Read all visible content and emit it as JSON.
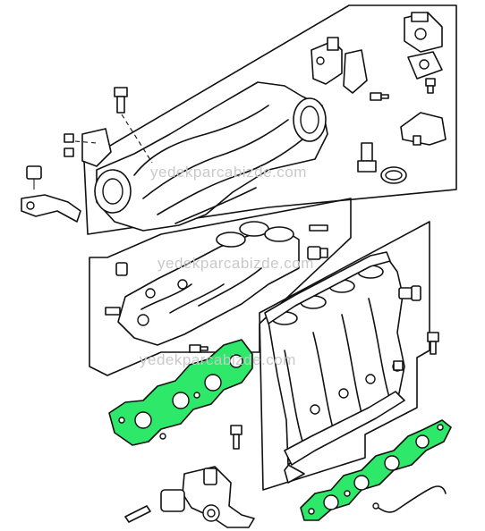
{
  "diagram": {
    "watermark_text": "yedekparcabizde.com",
    "colors": {
      "line": "#111111",
      "gasket_fill": "#2ee86a",
      "watermark": "#c9c9c9",
      "background": "#ffffff"
    },
    "groups": [
      {
        "name": "upper-intake-manifold"
      },
      {
        "name": "exhaust-manifold"
      },
      {
        "name": "lower-intake-manifold"
      }
    ]
  }
}
